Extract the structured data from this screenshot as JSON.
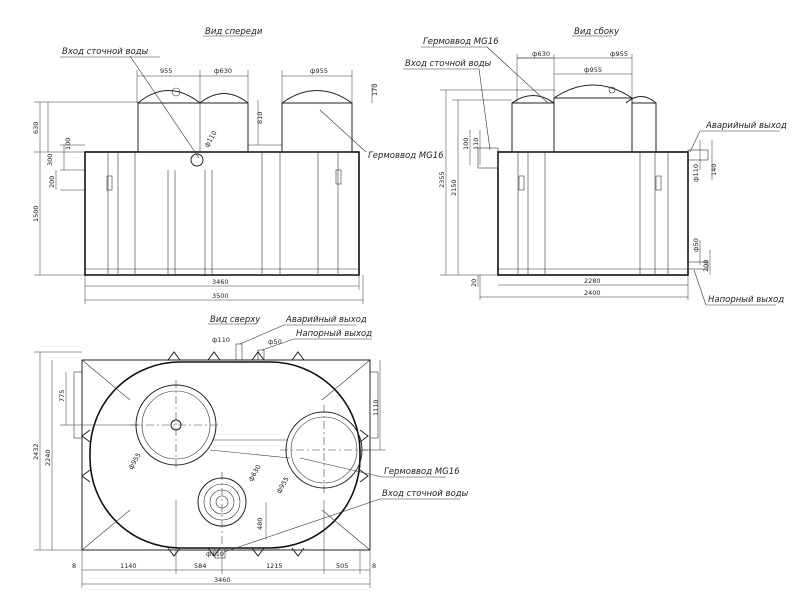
{
  "views": {
    "front": {
      "title": "Вид спереди",
      "label_inlet": "Вход сточной воды",
      "label_gland": "Гермоввод MG16",
      "dims": [
        "955",
        "ф630",
        "ф955",
        "170",
        "810",
        "ф110",
        "630",
        "100",
        "300",
        "200",
        "1500",
        "3460",
        "3500"
      ]
    },
    "side": {
      "title": "Вид сбоку",
      "label_gland": "Гермоввод MG16",
      "label_inlet": "Вход сточной воды",
      "label_emergency": "Аварийный выход",
      "label_pressure": "Напорный выход",
      "dims": [
        "ф630",
        "ф955",
        "ф955",
        "100",
        "110",
        "2355",
        "2150",
        "20",
        "ф110",
        "140",
        "ф50",
        "200",
        "2280",
        "2400"
      ]
    },
    "top": {
      "title": "Вид сверху",
      "label_emergency": "Аварийный выход",
      "label_pressure": "Напорный выход",
      "label_gland": "Гермоввод MG16",
      "label_inlet": "Вход сточной воды",
      "dims": [
        "ф110",
        "ф50",
        "775",
        "2432",
        "2240",
        "1110",
        "ф955",
        "ф630",
        "ф955",
        "480",
        "ф110",
        "8",
        "1140",
        "584",
        "1215",
        "505",
        "8",
        "3460"
      ]
    }
  }
}
